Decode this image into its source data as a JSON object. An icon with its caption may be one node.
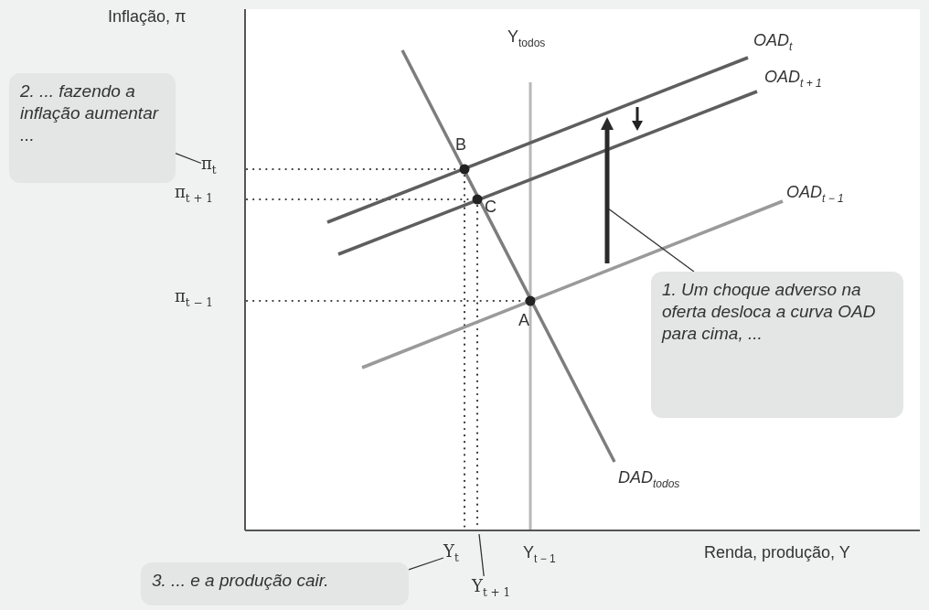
{
  "diagram": {
    "nodes": [
      {
        "text": [
          "1. Um choque adverso na oferta desloca a curva OAD para cima, ..."
        ]
      },
      {
        "text": [],
        "shape": "arrow"
      },
      {
        "text": [
          "2. ... fazendo a inflação aumentar ..."
        ]
      },
      {
        "text": [
          "π$_{t}$"
        ]
      },
      {
        "text": [
          "3. ... e a produção cair."
        ]
      },
      {
        "text": [
          "Y$_{t}$"
        ]
      },
      {
        "text": [
          "Y$_{t + 1}$"
        ]
      }
    ],
    "edges": [
      {
        "from": 0,
        "to": 1,
        "arrow": "none"
      },
      {
        "from": 2,
        "to": 3,
        "arrow": "none"
      },
      {
        "from": 4,
        "to": 5,
        "arrow": "none"
      },
      {
        "from": 6,
        "to": null,
        "arrow": "none"
      }
    ],
    "labels": [
      "Inflação, π",
      "Y$_{todos}$",
      "OAD$_{t}$",
      "OAD$_{t + 1}$",
      "B",
      "OAD$_{t − 1}$",
      "C",
      "π$_{t + 1}$",
      "π$_{t − 1}$",
      "A",
      "DAD$_{todos}$",
      "Y$_{t − 1}$",
      "Renda, produção, Y"
    ]
  }
}
